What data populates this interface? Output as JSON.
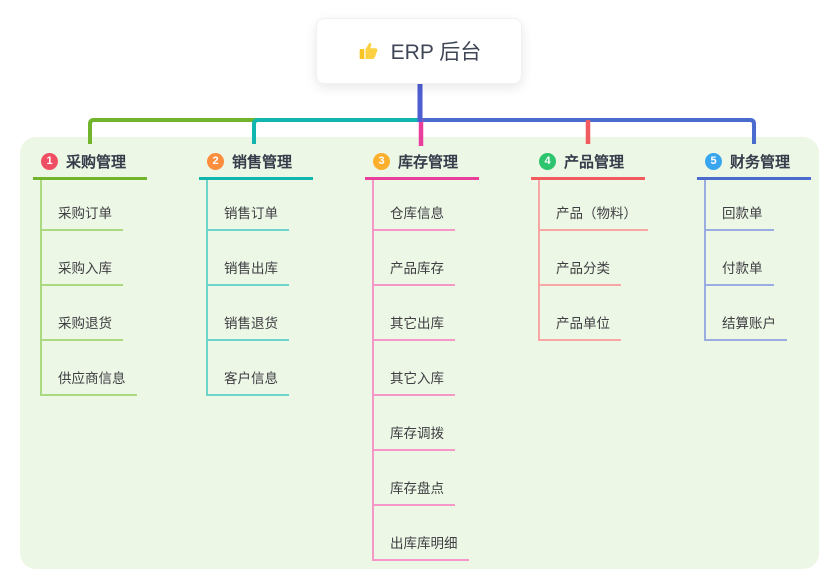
{
  "root": {
    "label": "ERP 后台",
    "icon": "thumbs-up-icon",
    "line_color": "#4e5ed3"
  },
  "branches": [
    {
      "num": "1",
      "label": "采购管理",
      "color": "#72b52c",
      "light_color": "#abd97f",
      "badge_color": "#ef4f63",
      "children": [
        "采购订单",
        "采购入库",
        "采购退货",
        "供应商信息"
      ]
    },
    {
      "num": "2",
      "label": "销售管理",
      "color": "#12b6ae",
      "light_color": "#6ed3ca",
      "badge_color": "#fd8e3d",
      "children": [
        "销售订单",
        "销售出库",
        "销售退货",
        "客户信息"
      ]
    },
    {
      "num": "3",
      "label": "库存管理",
      "color": "#e83e9c",
      "light_color": "#f598c8",
      "badge_color": "#fcaf2d",
      "children": [
        "仓库信息",
        "产品库存",
        "其它出库",
        "其它入库",
        "库存调拨",
        "库存盘点",
        "出库库明细"
      ]
    },
    {
      "num": "4",
      "label": "产品管理",
      "color": "#f15a5e",
      "light_color": "#f8a6a6",
      "badge_color": "#2cc56d",
      "children": [
        "产品（物料）",
        "产品分类",
        "产品单位"
      ]
    },
    {
      "num": "5",
      "label": "财务管理",
      "color": "#4a6ccf",
      "light_color": "#9aace0",
      "badge_color": "#39a5ef",
      "children": [
        "回款单",
        "付款单",
        "结算账户"
      ]
    }
  ]
}
